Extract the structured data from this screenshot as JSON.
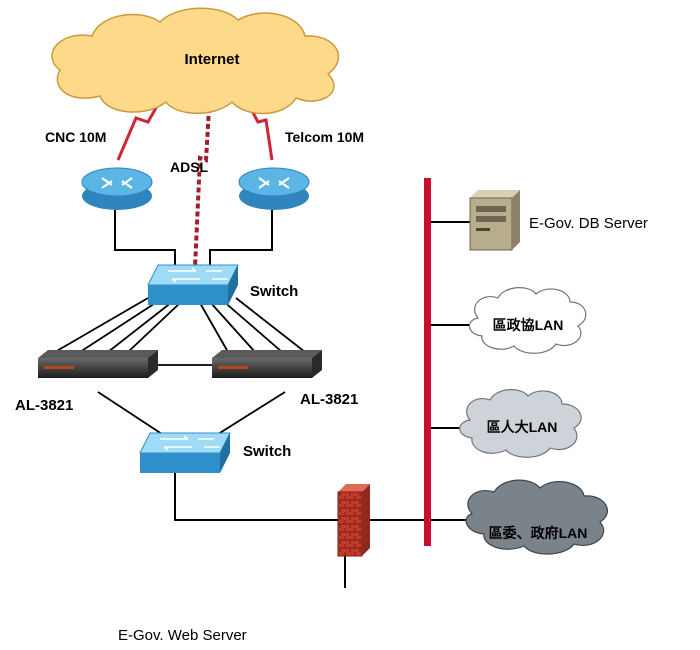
{
  "labels": {
    "internet": "Internet",
    "cnc": "CNC 10M",
    "adsl": "ADSL",
    "telcom": "Telcom 10M",
    "switch_top": "Switch",
    "switch_bottom": "Switch",
    "al_left": "AL-3821",
    "al_right": "AL-3821",
    "db_server": "E-Gov. DB Server",
    "lan_1": "區政協LAN",
    "lan_2": "區人大LAN",
    "lan_3": "區委、政府LAN",
    "web_server": "E-Gov. Web Server"
  },
  "colors": {
    "cloud_internet": "#fdd98a",
    "cloud_outline": "#c99a40",
    "wan_link": "#d0243a",
    "router": "#5bb6e6",
    "switch": "#4fb3e8",
    "bus": "#c8102e",
    "cloud_white": "#ffffff",
    "cloud_gray": "#cdd3d8",
    "cloud_dark": "#7a828a",
    "firewall": "#c0392b",
    "server": "#b8ad8c"
  },
  "icons": {
    "router": "router-icon",
    "switch": "switch-icon",
    "firewall": "firewall-icon",
    "server": "server-icon",
    "cloud": "cloud-icon"
  }
}
